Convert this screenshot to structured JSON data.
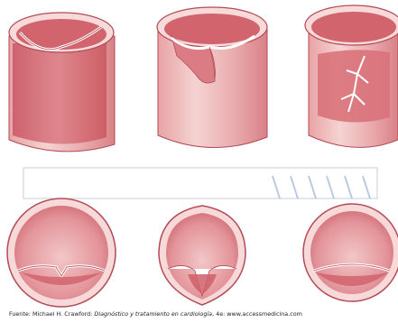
{
  "caption": {
    "prefix": "Fuente: Michael H. Crawford: ",
    "title_italic": "Diagnóstico y tratamiento en cardiología",
    "suffix": ", 4e: www.accessmedicina.com"
  },
  "colors": {
    "tissue_dark": "#d46a73",
    "tissue_mid": "#e79a9f",
    "tissue_light": "#f6d2d2",
    "tissue_outline": "#b14b55",
    "leaflet_white": "#ffffff",
    "panel_border": "#c9ced6",
    "stripe": "#9fb3d6"
  }
}
